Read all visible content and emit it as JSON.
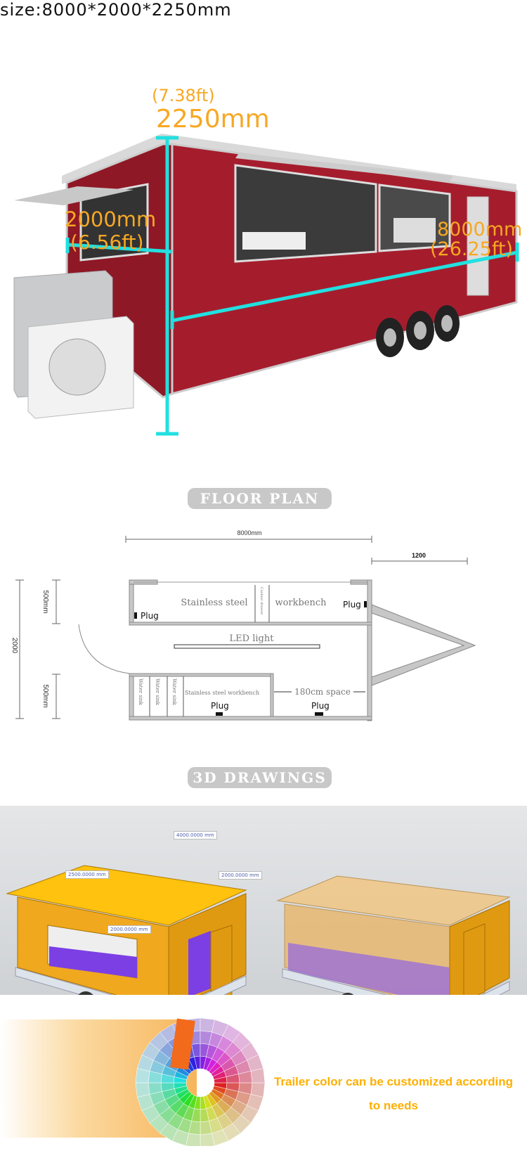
{
  "header": {
    "size_title": "size:8000*2000*2250mm"
  },
  "photo": {
    "height_ft": "(7.38ft)",
    "height_mm": "2250mm",
    "width_mm": "2000mm",
    "width_ft": "(6.56ft)",
    "length_mm": "8000mm",
    "length_ft": "(26.25ft)",
    "body_color": "#A51D2D",
    "dimension_line_color": "#22E0E0",
    "label_color": "#F7A823"
  },
  "floor_plan": {
    "heading": "FLOOR PLAN",
    "overall_length": "8000mm",
    "tongue_length": "1200",
    "overall_width": "2000",
    "upper_depth": "500mm",
    "lower_depth": "500mm",
    "upper_bench_left": "Stainless steel",
    "cashier_drawer": "Cashier drawer",
    "upper_bench_right": "workbench",
    "led": "LED light",
    "sinks": [
      "Water sink",
      "Water sink",
      "Water sink"
    ],
    "lower_bench": "Stainless steel workbench",
    "space": "180cm space",
    "plug": "Plug"
  },
  "drawings_3d": {
    "heading": "3D DRAWINGS",
    "labels": [
      "4000.0000 mm",
      "2500.0000 mm",
      "2000.0000 mm",
      "2000.0000 mm"
    ],
    "body_color": "#F0A81E",
    "counter_color": "#7B3FE4"
  },
  "color_section": {
    "text": "Trailer color can be customized according to needs",
    "text_color": "#FFB000"
  }
}
